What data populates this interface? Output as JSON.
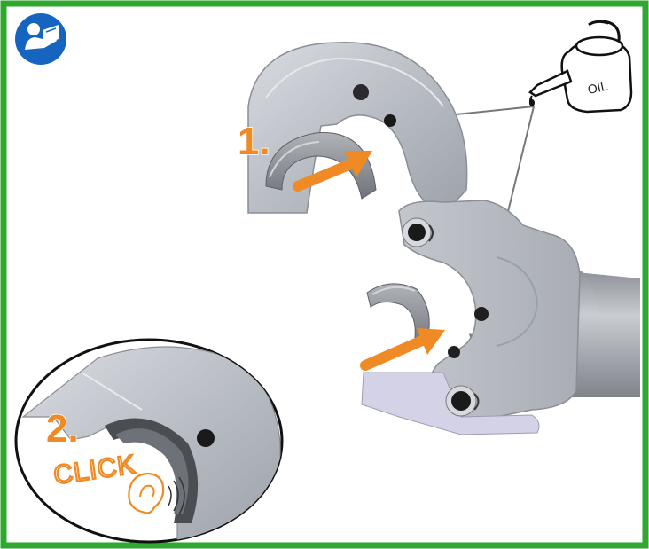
{
  "colors": {
    "border": "#2ea82e",
    "accent_orange": "#f08a24",
    "manual_icon_blue": "#1565c0",
    "metal_light": "#c9cdd3",
    "metal_mid": "#aeb3bb",
    "metal_dark": "#8f949c"
  },
  "icons": {
    "manual": "read-manual-icon",
    "oil": "oil-can-icon",
    "ear": "ear-icon"
  },
  "labels": {
    "step1": "1.",
    "step2": "2.",
    "click": "CLICK",
    "oil": "OIL"
  }
}
